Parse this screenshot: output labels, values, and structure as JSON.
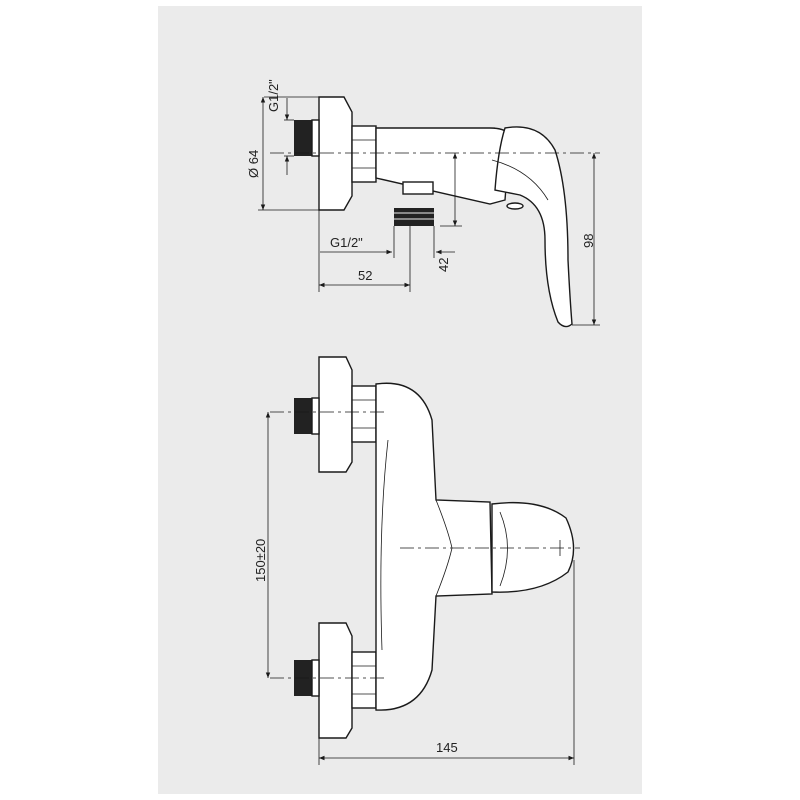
{
  "drawing": {
    "side_view": {
      "thread_top_label": "G1/2\"",
      "diameter_label": "Ø 64",
      "thread_outlet_label": "G1/2\"",
      "dim_depth_label": "52",
      "dim_outlet_height_label": "42",
      "dim_height_label": "98"
    },
    "front_view": {
      "dim_spacing_label": "150±20",
      "dim_width_label": "145"
    }
  }
}
